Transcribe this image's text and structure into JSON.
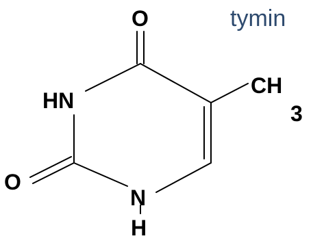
{
  "molecule": {
    "name": "tymin",
    "name_color": "#2e4a6e",
    "atoms": {
      "o_top": "O",
      "hn_left": "HN",
      "ch": "CH",
      "ch_sub": "3",
      "o_bottom": "O",
      "n_bottom": "N",
      "h_bottom": "H"
    },
    "bond_color": "#000000"
  }
}
